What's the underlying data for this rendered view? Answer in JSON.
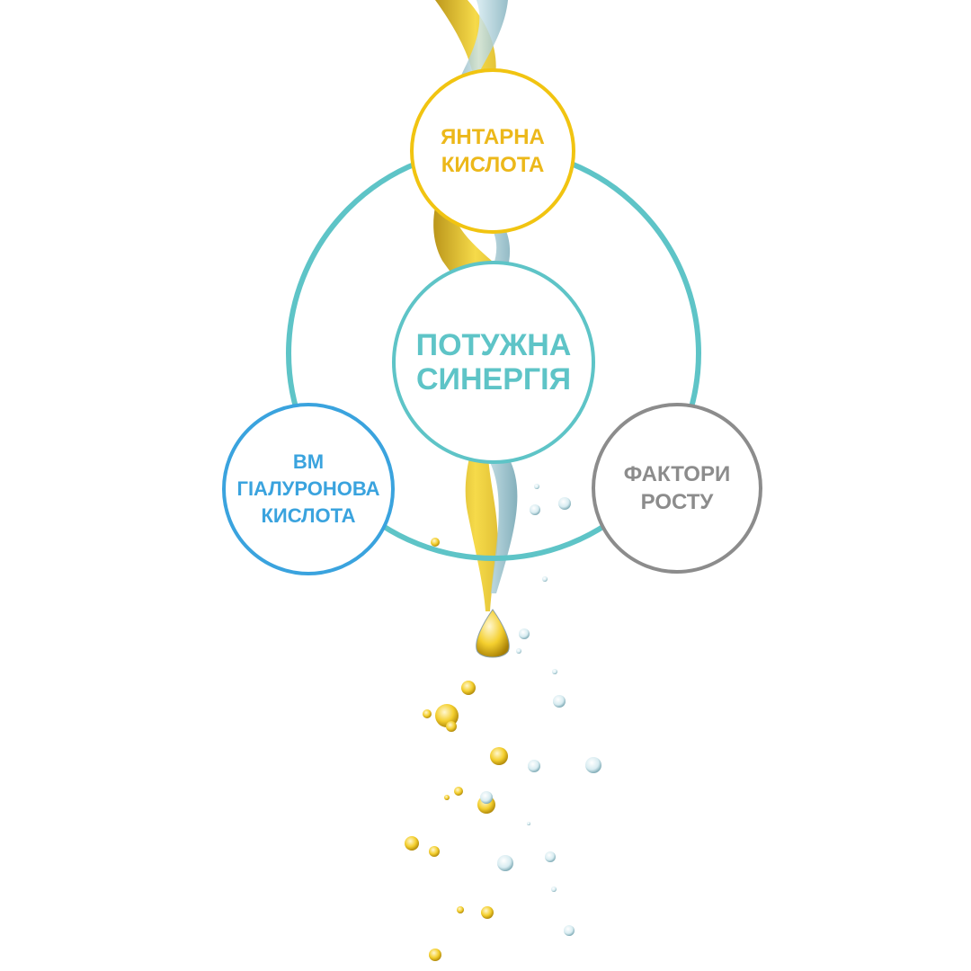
{
  "diagram": {
    "center": {
      "line1": "ПОТУЖНА",
      "line2": "СИНЕРГІЯ"
    },
    "nodes": {
      "top": {
        "line1": "ЯНТАРНА",
        "line2": "КИСЛОТА"
      },
      "left": {
        "line1": "ВМ",
        "line2": "ГІАЛУРОНОВА",
        "line3": "КИСЛОТА"
      },
      "right": {
        "line1": "ФАКТОРИ",
        "line2": "РОСТУ"
      }
    }
  },
  "colors": {
    "ring": "#5ec4c7",
    "gold": "#f1c411",
    "gold_text": "#ecb81a",
    "blue": "#3aa3de",
    "gray": "#8c8c8c",
    "water": "#8fc3cf"
  }
}
